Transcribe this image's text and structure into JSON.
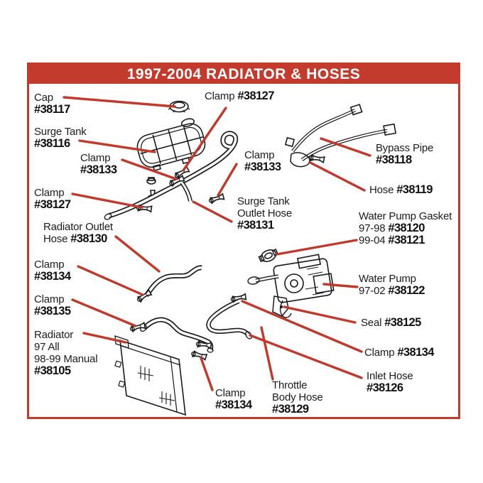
{
  "title": "1997-2004 RADIATOR & HOSES",
  "colors": {
    "accent_red": "#c23b2c",
    "leader_line_red": "#c0392b",
    "line_art_black": "#1a1a1a",
    "background": "#ffffff",
    "title_text": "#ffffff"
  },
  "labels": {
    "cap": {
      "name": "Cap",
      "num": "#38117"
    },
    "clamp_top": {
      "name": "Clamp",
      "num": "#38127"
    },
    "surge_tank": {
      "name": "Surge Tank",
      "num": "#38116"
    },
    "clamp_38133_left": {
      "name": "Clamp",
      "num": "#38133"
    },
    "clamp_38133_mid": {
      "name": "Clamp",
      "num": "#38133"
    },
    "bypass_pipe": {
      "name": "Bypass Pipe",
      "num": "#38118"
    },
    "hose_38119": {
      "name": "Hose",
      "num": "#38119"
    },
    "clamp_38127_left": {
      "name": "Clamp",
      "num": "#38127"
    },
    "surge_tank_outlet_hose": {
      "line1": "Surge Tank",
      "line2": "Outlet Hose",
      "num": "#38131"
    },
    "water_pump_gasket": {
      "name": "Water Pump Gasket",
      "row1_years": "97-98",
      "row1_num": "#38120",
      "row2_years": "99-04",
      "row2_num": "#38121"
    },
    "radiator_outlet_hose": {
      "line1": "Radiator Outlet",
      "line2_pre": "Hose",
      "num": "#38130"
    },
    "clamp_38134_left": {
      "name": "Clamp",
      "num": "#38134"
    },
    "water_pump": {
      "name": "Water Pump",
      "years": "97-02",
      "num": "#38122"
    },
    "clamp_38135": {
      "name": "Clamp",
      "num": "#38135"
    },
    "seal": {
      "name": "Seal",
      "num": "#38125"
    },
    "radiator": {
      "line1": "Radiator",
      "line2": "97 All",
      "line3": "98-99 Manual",
      "num": "#38105"
    },
    "clamp_38134_right": {
      "name": "Clamp",
      "num": "#38134"
    },
    "inlet_hose": {
      "line1": "Inlet Hose",
      "num": "#38126"
    },
    "clamp_38134_bottom": {
      "name": "Clamp",
      "num": "#38134"
    },
    "throttle_body_hose": {
      "line1": "Throttle",
      "line2": "Body Hose",
      "num": "#38129"
    }
  }
}
